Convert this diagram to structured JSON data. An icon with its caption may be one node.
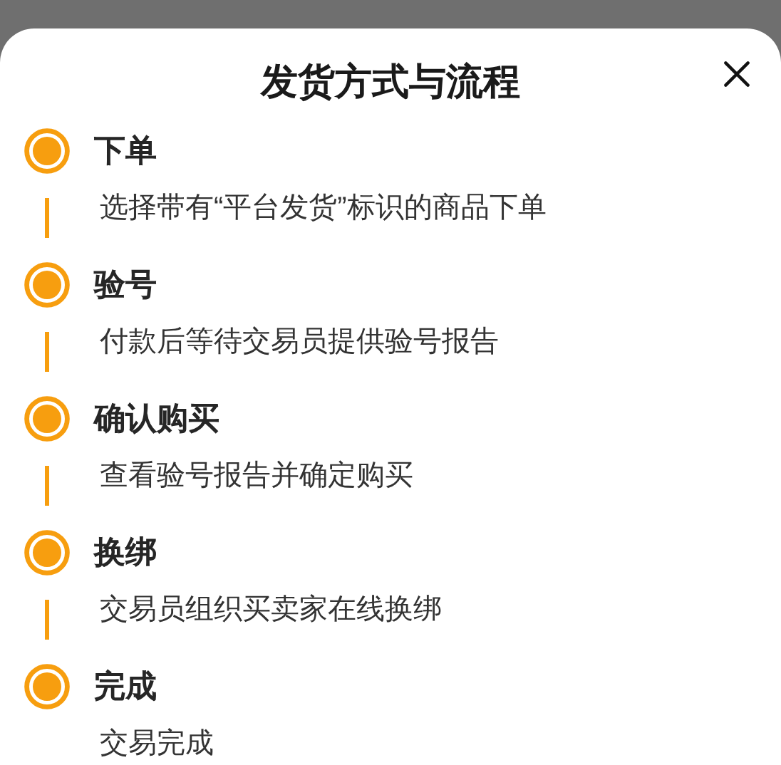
{
  "diagram": {
    "title": "发货方式与流程",
    "nodes": [
      {
        "text": [],
        "shape": "circle",
        "beside": [
          "下单",
          "选择带有“平台发货”标识的商品下单"
        ]
      },
      {
        "text": [],
        "shape": "circle",
        "beside": [
          "验号",
          "付款后等待交易员提供验号报告"
        ]
      },
      {
        "text": [],
        "shape": "circle",
        "beside": [
          "确认购买",
          "查看验号报告并确定购买"
        ]
      },
      {
        "text": [],
        "shape": "circle",
        "beside": [
          "换绑",
          "交易员组织买卖家在线换绑"
        ]
      },
      {
        "text": [],
        "shape": "circle",
        "beside": [
          "完成",
          "交易完成"
        ]
      }
    ],
    "edges": [
      {
        "from": 0,
        "to": 1,
        "arrow": "none"
      },
      {
        "from": 1,
        "to": 2,
        "arrow": "none"
      },
      {
        "from": 2,
        "to": 3,
        "arrow": "none"
      },
      {
        "from": 3,
        "to": 4,
        "arrow": "none"
      }
    ]
  }
}
